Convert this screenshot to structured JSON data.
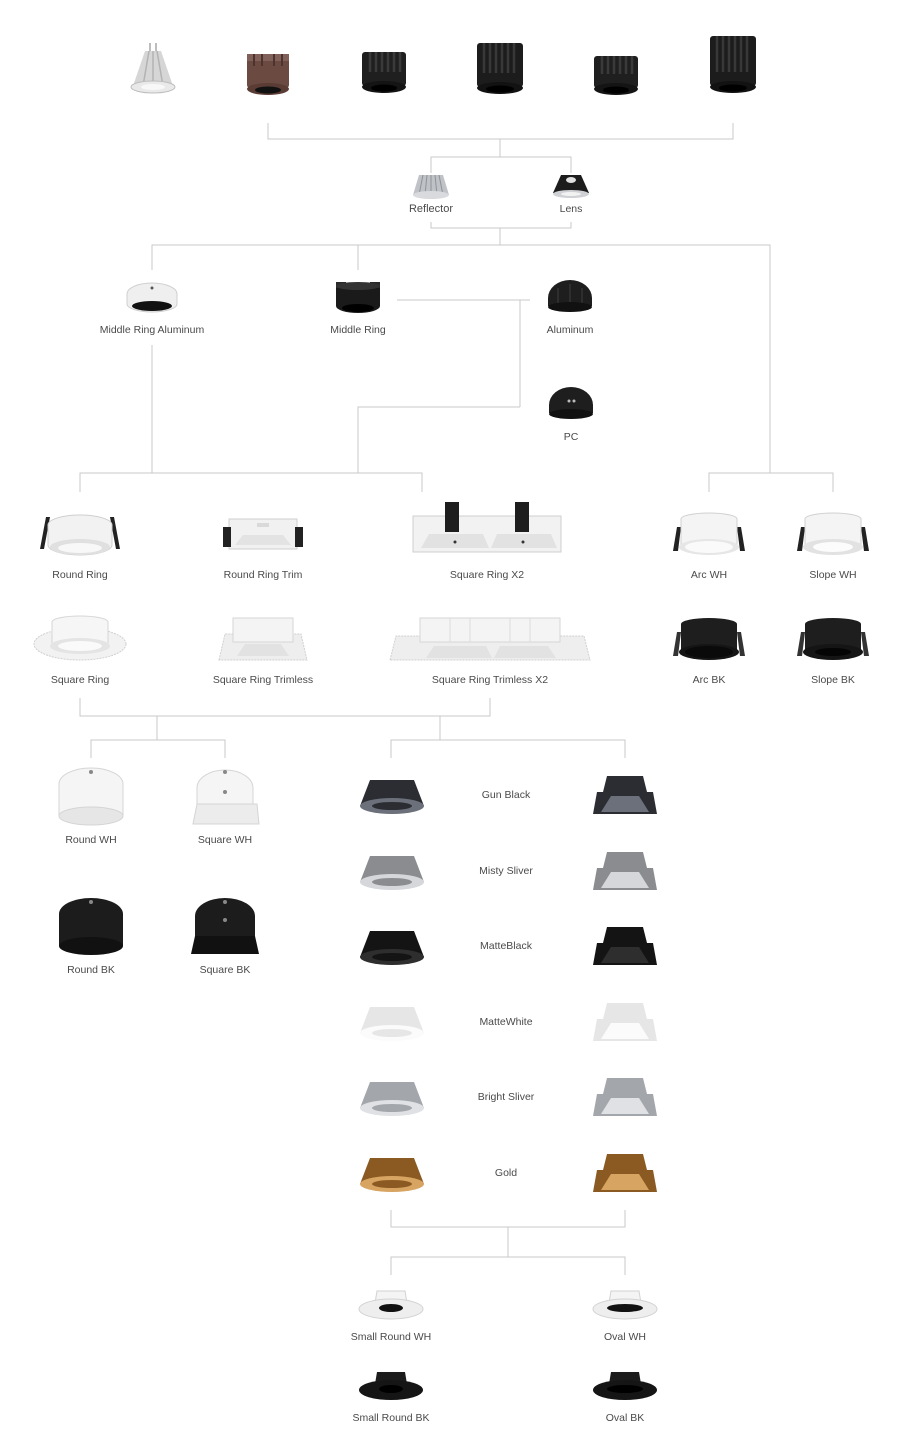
{
  "top_modules": [
    {
      "name": "mr16-lamp",
      "kind": "lamp"
    },
    {
      "name": "bronze-module",
      "kind": "module",
      "color": "#6b4a42"
    },
    {
      "name": "black-module-1",
      "kind": "module",
      "color": "#1a1a1a"
    },
    {
      "name": "black-module-2",
      "kind": "module",
      "color": "#1a1a1a"
    },
    {
      "name": "black-module-3",
      "kind": "module",
      "color": "#1a1a1a"
    },
    {
      "name": "black-module-4",
      "kind": "module",
      "color": "#1a1a1a"
    }
  ],
  "optics": {
    "reflector": "Reflector",
    "lens": "Lens"
  },
  "rings": {
    "middle_ring_aluminum": "Middle Ring Aluminum",
    "middle_ring": "Middle Ring",
    "aluminum": "Aluminum",
    "pc": "PC"
  },
  "trims": {
    "round_ring": "Round Ring",
    "round_ring_trim": "Round Ring Trim",
    "square_ring_x2": "Square Ring X2",
    "square_ring": "Square Ring",
    "square_ring_trimless": "Square Ring Trimless",
    "square_ring_trimless_x2": "Square Ring Trimless X2"
  },
  "cups": {
    "arc_wh": "Arc WH",
    "slope_wh": "Slope WH",
    "arc_bk": "Arc BK",
    "slope_bk": "Slope BK"
  },
  "covers": {
    "round_wh": "Round WH",
    "square_wh": "Square WH",
    "round_bk": "Round BK",
    "square_bk": "Square BK"
  },
  "finishes": [
    {
      "label": "Gun Black",
      "color": "#2b2d33",
      "inner": "#6c707a"
    },
    {
      "label": "Misty Sliver",
      "color": "#8a8c90",
      "inner": "#d5d7da"
    },
    {
      "label": "MatteBlack",
      "color": "#141414",
      "inner": "#2e2e2e"
    },
    {
      "label": "MatteWhite",
      "color": "#e6e6e6",
      "inner": "#fbfbfb"
    },
    {
      "label": "Bright Sliver",
      "color": "#a3a6aa",
      "inner": "#dfe1e4"
    },
    {
      "label": "Gold",
      "color": "#8a5a22",
      "inner": "#d8a461"
    }
  ],
  "bottom": {
    "small_round_wh": "Small Round WH",
    "oval_wh": "Oval WH",
    "small_round_bk": "Small Round BK",
    "oval_bk": "Oval BK"
  }
}
